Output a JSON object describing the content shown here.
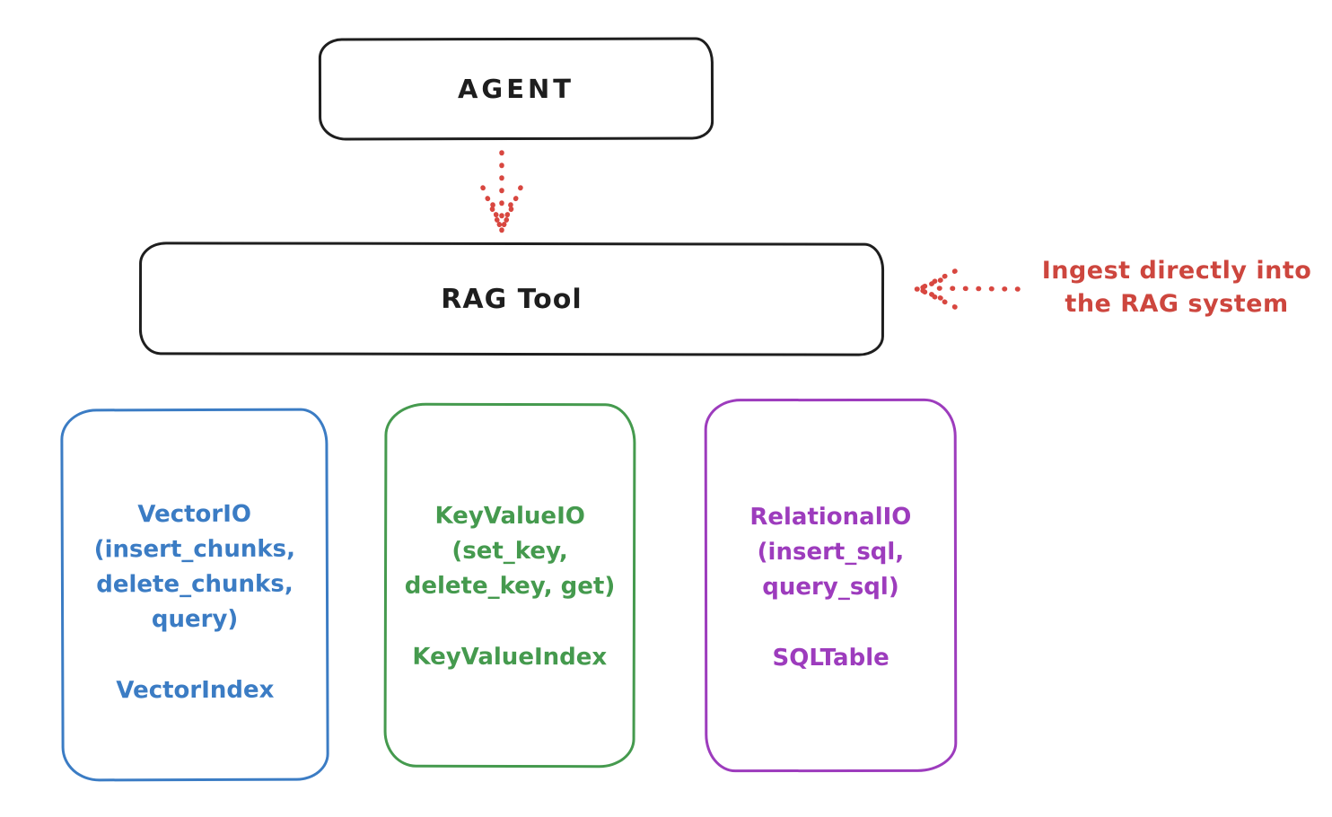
{
  "diagram": {
    "agent": {
      "label": "AGENT"
    },
    "rag_tool": {
      "label": "RAG Tool"
    },
    "annotation": {
      "line1": "Ingest directly into",
      "line2": "the RAG system"
    },
    "backends": [
      {
        "name": "vector-io",
        "title_lines": [
          "VectorIO",
          "(insert_chunks,",
          "delete_chunks,",
          "query)"
        ],
        "index_label": "VectorIndex",
        "color": "#3b7cc4"
      },
      {
        "name": "keyvalue-io",
        "title_lines": [
          "KeyValueIO",
          "(set_key,",
          "delete_key, get)"
        ],
        "index_label": "KeyValueIndex",
        "color": "#459a4e"
      },
      {
        "name": "relational-io",
        "title_lines": [
          "RelationalIO",
          "(insert_sql,",
          "query_sql)"
        ],
        "index_label": "SQLTable",
        "color": "#9d3cbd"
      }
    ],
    "arrows": [
      {
        "name": "agent-to-rag-tool",
        "style": "dotted",
        "color": "#d84740",
        "direction": "down"
      },
      {
        "name": "ingest-into-rag",
        "style": "dotted",
        "color": "#d84740",
        "direction": "left"
      }
    ],
    "colors": {
      "ink": "#1e1e1e",
      "red": "#cd463e",
      "blue": "#3b7cc4",
      "green": "#459a4e",
      "purple": "#9d3cbd",
      "background": "#ffffff"
    }
  }
}
